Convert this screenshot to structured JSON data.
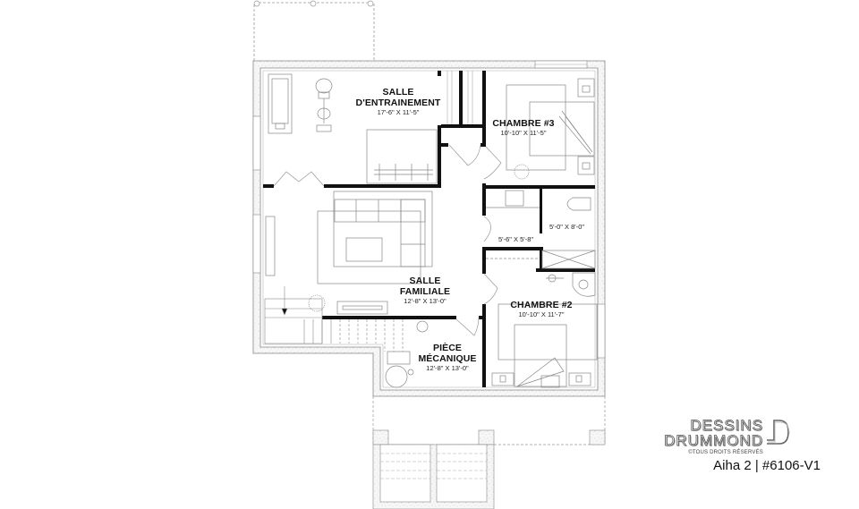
{
  "rooms": {
    "gym": {
      "name_line1": "SALLE",
      "name_line2": "D'ENTRAINEMENT",
      "dimensions": "17'-6\" X 11'-5\""
    },
    "bedroom3": {
      "name": "CHAMBRE #3",
      "dimensions": "10'-10\" X 11'-5\""
    },
    "family_room": {
      "name_line1": "SALLE",
      "name_line2": "FAMILIALE",
      "dimensions": "12'-8\" X 13'-0\""
    },
    "bedroom2": {
      "name": "CHAMBRE #2",
      "dimensions": "10'-10\" X 11'-7\""
    },
    "mechanical": {
      "name_line1": "PIÈCE",
      "name_line2": "MÉCANIQUE",
      "dimensions": "12'-8\" X 13'-0\""
    },
    "bathroom": {
      "dimensions": "5'-0\" X 8'-0\""
    },
    "laundry": {
      "dimensions": "5'-6\" X 5'-8\""
    }
  },
  "brand": {
    "line1": "DESSINS",
    "line2": "DRUMMOND",
    "rights": "©TOUS DROITS RÉSERVÉS",
    "plan_title": "Aiha 2 | #6106-V1"
  },
  "colors": {
    "wall": "#111111",
    "line": "#8a8a8a",
    "concrete": "#f4f4f4",
    "background": "#ffffff"
  }
}
